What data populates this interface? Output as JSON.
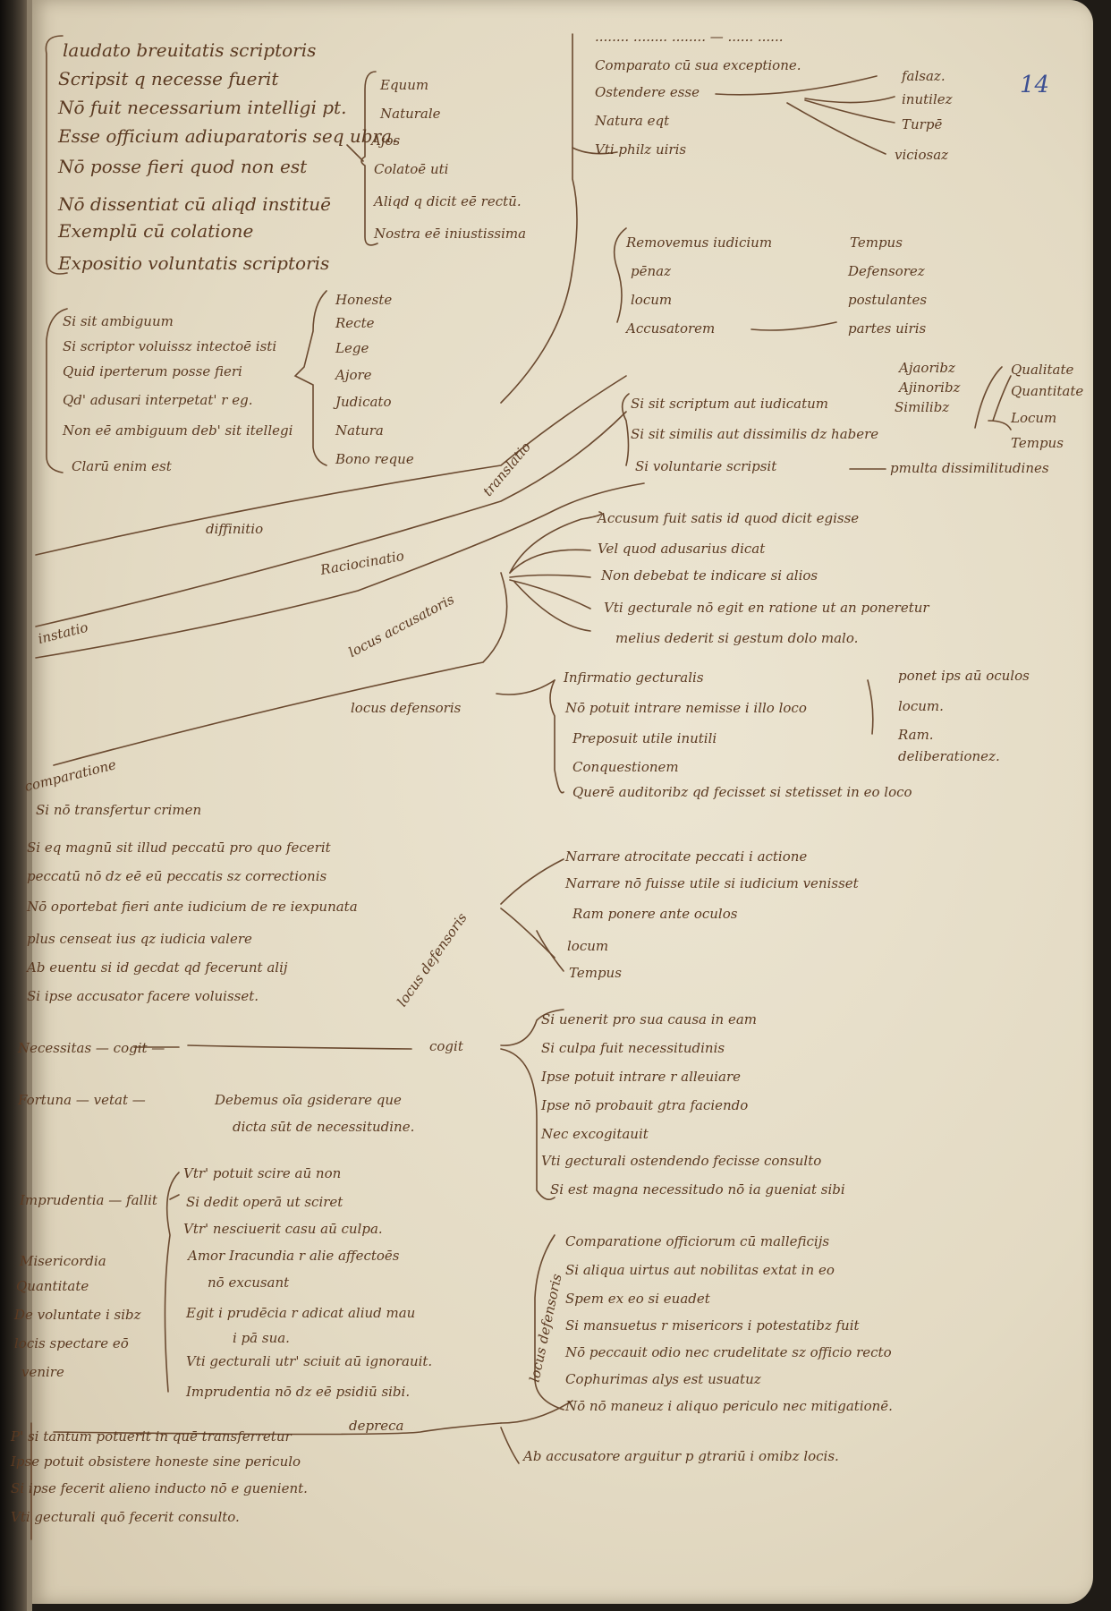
{
  "folio": "14",
  "top_left_list": [
    "laudato breuitatis scriptoris",
    "Scripsit q necesse fuerit",
    "Nō fuit necessarium intelligi pt.",
    "Esse officium adiuparatoris seq ubra.",
    "Nō posse fieri quod non est",
    "Nō dissentiat cū aliqd instituē",
    "Exemplū cū colatione",
    "Expositio voluntatis scriptoris"
  ],
  "top_mid_list": [
    "Equum",
    "Naturale",
    "Ajos",
    "Colatoē uti",
    "Aliqd q dicit eē rectū.",
    "Nostra eē iniustissima"
  ],
  "ambig_list": [
    "Si sit ambiguum",
    "Si scriptor voluissz intectoē isti",
    "Quid iperterum posse fieri",
    "Qd' adusari interpetat' r eg.",
    "Non eē ambiguum deb' sit itellegi",
    "Clarū enim est"
  ],
  "ambig_right": [
    "Honeste",
    "Recte",
    "Lege",
    "Ajore",
    "Judicato",
    "Natura",
    "Bono reque"
  ],
  "label_translatio": "translatio",
  "label_diffinitio": "diffinitio",
  "label_ratiocinatio": "Raciocinatio",
  "label_instatio": "instatio",
  "label_locus_accusatoris": "locus accusatoris",
  "label_comparatio": "comparatione",
  "top_right_head": "........ ........ ........ — ...... ......",
  "top_right_list": [
    "Comparato cū sua exceptione.",
    "Ostendere esse",
    "Natura eqt",
    "Vti philz uiris"
  ],
  "top_right_adj": [
    "falsaz.",
    "inutilez",
    "Turpē",
    "viciosaz"
  ],
  "remov_list": [
    "Removemus iudicium",
    "pēnaz",
    "locum",
    "Accusatorem"
  ],
  "remov_right": [
    "Tempus",
    "Defensorez",
    "postulantes",
    "partes uiris"
  ],
  "sitsc_list": [
    "Si sit scriptum aut iudicatum",
    "Si sit similis aut dissimilis dz habere",
    "Si voluntarie scripsit"
  ],
  "maior_list": [
    "Ajaoribz",
    "Ajinoribz",
    "Similibz"
  ],
  "qual_list": [
    "Qualitate",
    "Quantitate",
    "Locum",
    "Tempus"
  ],
  "pmulta": "pmulta dissimilitudines",
  "accus_list": [
    "Accusum fuit satis id quod dicit egisse",
    "Vel quod adusarius dicat",
    "Non debebat te indicare si alios",
    "Vti gecturale nō egit en ratione ut an poneretur",
    "melius dederit si gestum dolo malo."
  ],
  "label_locus_defensoris": "locus defensoris",
  "defens_list": [
    "Infirmatio gecturalis",
    "Nō potuit intrare nemisse i illo loco",
    "Preposuit utile inutili",
    "Conquestionem",
    "Querē auditoribz qd fecisset si stetisset in eo loco"
  ],
  "defens_right": [
    "ponet ips aū oculos",
    "locum.",
    "Ram.",
    "deliberationez."
  ],
  "si_list": [
    "Si nō transfertur crimen",
    "Si eq magnū sit illud peccatū pro quo fecerit",
    "peccatū nō dz eē eū peccatis sz correctionis",
    "Nō oportebat fieri ante iudicium de re iexpunata",
    "plus censeat ius qz iudicia valere",
    "Ab euentu si id gecdat qd fecerunt alij",
    "Si ipse accusator facere voluisset."
  ],
  "label_locus_defensoris2": "locus defensoris",
  "narr_list": [
    "Narrare atrocitate peccati i actione",
    "Narrare nō fuisse utile si iudicium venisset",
    "Ram ponere ante oculos",
    "locum",
    "Tempus"
  ],
  "necess": "Necessitas — cogit —",
  "fortuna": "Fortuna — vetat —",
  "debemus": "Debemus oīa gsiderare que",
  "debemus2": "dicta sūt de necessitudine.",
  "cogit": "cogit",
  "cogit_list": [
    "Si uenerit pro sua causa in eam",
    "Si culpa fuit necessitudinis",
    "Ipse potuit intrare r alleuiare",
    "Ipse nō probauit gtra faciendo",
    "Nec excogitauit",
    "Vti gecturali ostendendo fecisse consulto",
    "Si est magna necessitudo nō ia gueniat sibi"
  ],
  "imprud": "Imprudentia — fallit",
  "left_misc": [
    "Misericordia",
    "Quantitate",
    "De voluntate i sibz",
    "locis spectare eō",
    "venire"
  ],
  "imprud_list": [
    "Vtr' potuit scire aū non",
    "Si dedit operā ut sciret",
    "Vtr' nesciuerit casu aū culpa.",
    "Amor Iracundia r alie affectoēs",
    "nō excusant",
    "Egit i prudēcia r adicat aliud mau",
    "i pā sua.",
    "Vti gecturali utr' sciuit aū ignorauit.",
    "Imprudentia nō dz eē psidiū sibi."
  ],
  "label_locus_defensoris3": "locus defensoris",
  "comp_list": [
    "Comparatione officiorum cū malleficijs",
    "Si aliqua uirtus aut nobilitas extat in eo",
    "Spem ex eo si euadet",
    "Si mansuetus r misericors i potestatibz fuit",
    "Nō peccauit odio nec crudelitate sz officio recto",
    "Cophurimas alys est usuatuz",
    "Nō nō maneuz i aliquo periculo nec mitigationē."
  ],
  "depreca": "depreca",
  "ab_acc": "Ab accusatore arguitur p gtrariū i omibz locis.",
  "bottom_list": [
    "P' si tantum potuerit in quē transferretur",
    "Ipse potuit obsistere honeste sine periculo",
    "Si ipse fecerit alieno inducto nō e guenient.",
    "Vti gecturali quō fecerit consulto."
  ]
}
